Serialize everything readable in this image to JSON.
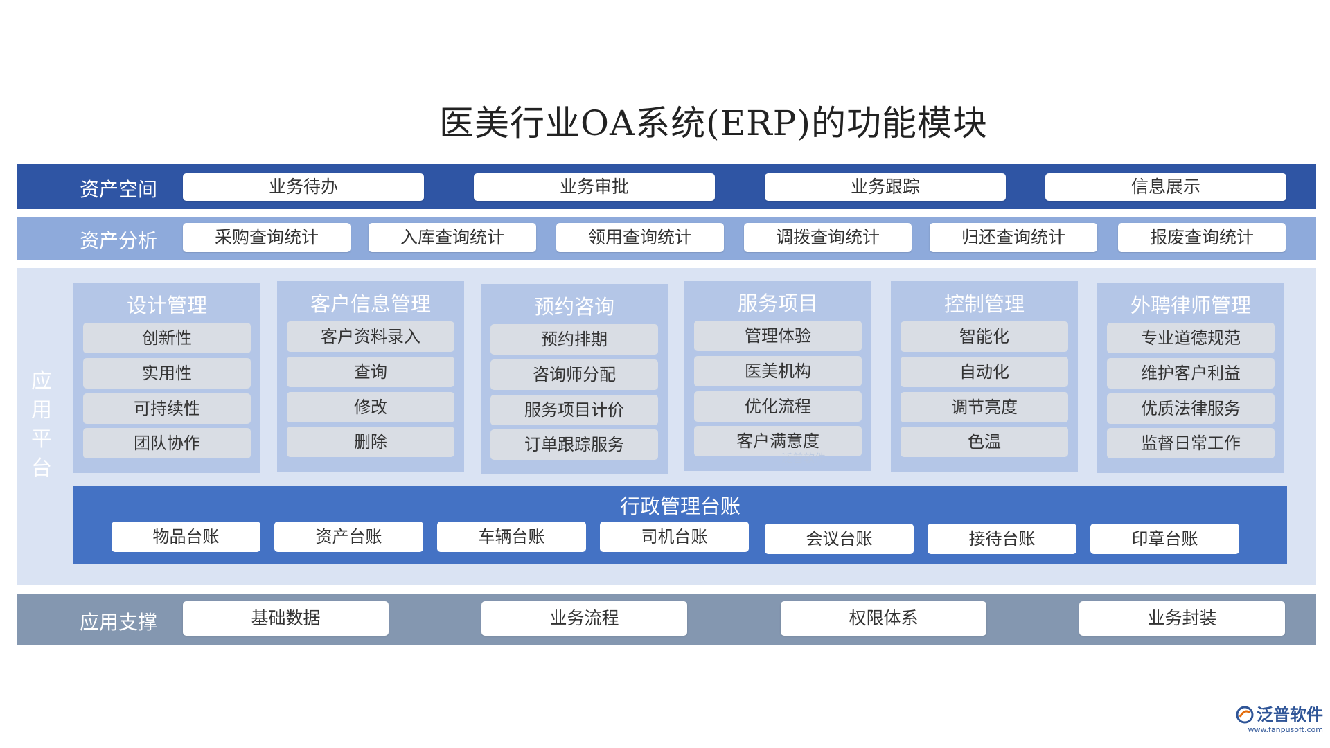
{
  "title": "医美行业OA系统(ERP)的功能模块",
  "space": {
    "label": "资产空间",
    "items": [
      "业务待办",
      "业务审批",
      "业务跟踪",
      "信息展示"
    ]
  },
  "analysis": {
    "label": "资产分析",
    "items": [
      "采购查询统计",
      "入库查询统计",
      "领用查询统计",
      "调拨查询统计",
      "归还查询统计",
      "报废查询统计"
    ]
  },
  "platform": {
    "label": "应用平台",
    "label_chars": [
      "应",
      "用",
      "平",
      "台"
    ],
    "modules": [
      {
        "title": "设计管理",
        "items": [
          "创新性",
          "实用性",
          "可持续性",
          "团队协作"
        ]
      },
      {
        "title": "客户信息管理",
        "items": [
          "客户资料录入",
          "查询",
          "修改",
          "删除"
        ]
      },
      {
        "title": "预约咨询",
        "items": [
          "预约排期",
          "咨询师分配",
          "服务项目计价",
          "订单跟踪服务"
        ]
      },
      {
        "title": "服务项目",
        "items": [
          "管理体验",
          "医美机构",
          "优化流程",
          "客户满意度"
        ]
      },
      {
        "title": "控制管理",
        "items": [
          "智能化",
          "自动化",
          "调节亮度",
          "色温"
        ]
      },
      {
        "title": "外聘律师管理",
        "items": [
          "专业道德规范",
          "维护客户利益",
          "优质法律服务",
          "监督日常工作"
        ]
      }
    ],
    "admin": {
      "title": "行政管理台账",
      "items": [
        "物品台账",
        "资产台账",
        "车辆台账",
        "司机台账",
        "会议台账",
        "接待台账",
        "印章台账"
      ]
    }
  },
  "support": {
    "label": "应用支撑",
    "items": [
      "基础数据",
      "业务流程",
      "权限体系",
      "业务封装"
    ]
  },
  "watermark": "泛普软件",
  "logo": {
    "name": "泛普软件",
    "url": "www.fanpusoft.com"
  },
  "colors": {
    "space": "#2f55a4",
    "analysis": "#8eaadb",
    "platform": "#dae3f3",
    "module": "#b4c6e7",
    "admin": "#4472c4",
    "support": "#8497b0"
  }
}
